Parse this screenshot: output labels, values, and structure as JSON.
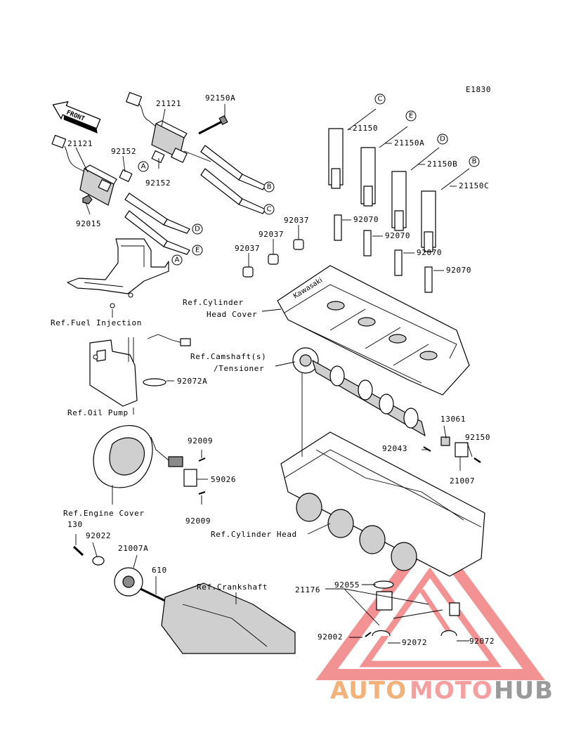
{
  "diagram_id": "E1830",
  "direction_label": "FRONT",
  "part_labels": {
    "coil_left": "21121",
    "coil_right": "21121",
    "bolt_top": "92150A",
    "collar_left": "92152",
    "collar_right": "92152",
    "bolt_left": "92015",
    "wire_c": "21150",
    "wire_a": "21150A",
    "wire_b": "21150B",
    "wire_cc": "21150C",
    "plug_1": "92070",
    "plug_2": "92070",
    "plug_3": "92070",
    "plug_4": "92070",
    "clamp_1": "92037",
    "clamp_2": "92037",
    "clamp_3": "92037",
    "clip_a": "92072A",
    "bolt_92009_top": "92009",
    "sensor": "59026",
    "bolt_92009_bottom": "92009",
    "bolt_130": "130",
    "washer": "92022",
    "rotor": "21007A",
    "pin": "610",
    "rotor_13061": "13061",
    "bolt_92150": "92150",
    "pin_92043": "92043",
    "sensor_21007": "21007",
    "cam_sensor": "21176",
    "oring": "92055",
    "bolt_92002": "92002",
    "clip_1": "92072",
    "clip_2": "92072"
  },
  "ref_labels": {
    "cylinder_head_cover": [
      "Ref.Cylinder",
      "Head Cover"
    ],
    "fuel_injection": "Ref.Fuel Injection",
    "camshaft": [
      "Ref.Camshaft(s)",
      "/Tensioner"
    ],
    "oil_pump": "Ref.Oil Pump",
    "engine_cover": "Ref.Engine Cover",
    "cylinder_head": "Ref.Cylinder Head",
    "crankshaft": "Ref.Crankshaft"
  },
  "callout_letters": [
    "A",
    "B",
    "C",
    "D",
    "E"
  ],
  "watermark": {
    "part1": "AUTO",
    "part2": "MOTO",
    "part3": "HUB",
    "color1": "#f2b27a",
    "color2": "#f4a0a0",
    "color3": "#9a9a9a",
    "triangle_color": "#e83a3a"
  }
}
